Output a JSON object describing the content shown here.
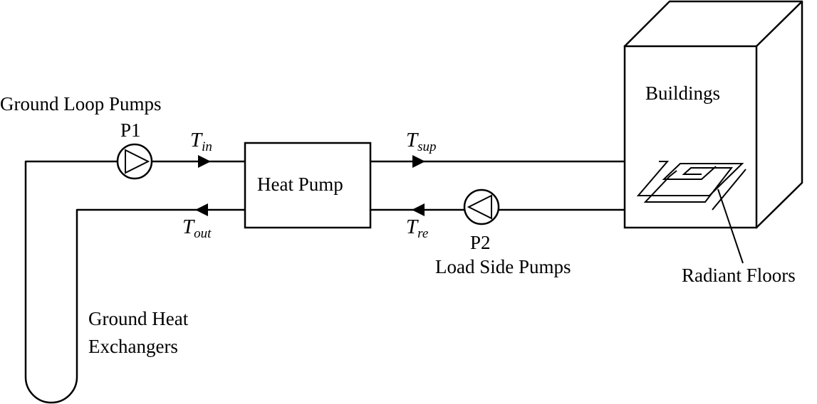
{
  "labels": {
    "ground_loop_pumps": "Ground Loop Pumps",
    "p1": "P1",
    "heat_pump": "Heat Pump",
    "buildings": "Buildings",
    "p2": "P2",
    "load_side_pumps": "Load Side Pumps",
    "radiant_floors": "Radiant Floors",
    "ground_heat_line1": "Ground Heat",
    "ground_heat_line2": "Exchangers"
  },
  "variables": {
    "t_in": {
      "main": "T",
      "sub": "in"
    },
    "t_out": {
      "main": "T",
      "sub": "out"
    },
    "t_sup": {
      "main": "T",
      "sub": "sup"
    },
    "t_re": {
      "main": "T",
      "sub": "re"
    }
  },
  "colors": {
    "stroke": "#000000",
    "background": "#ffffff"
  }
}
